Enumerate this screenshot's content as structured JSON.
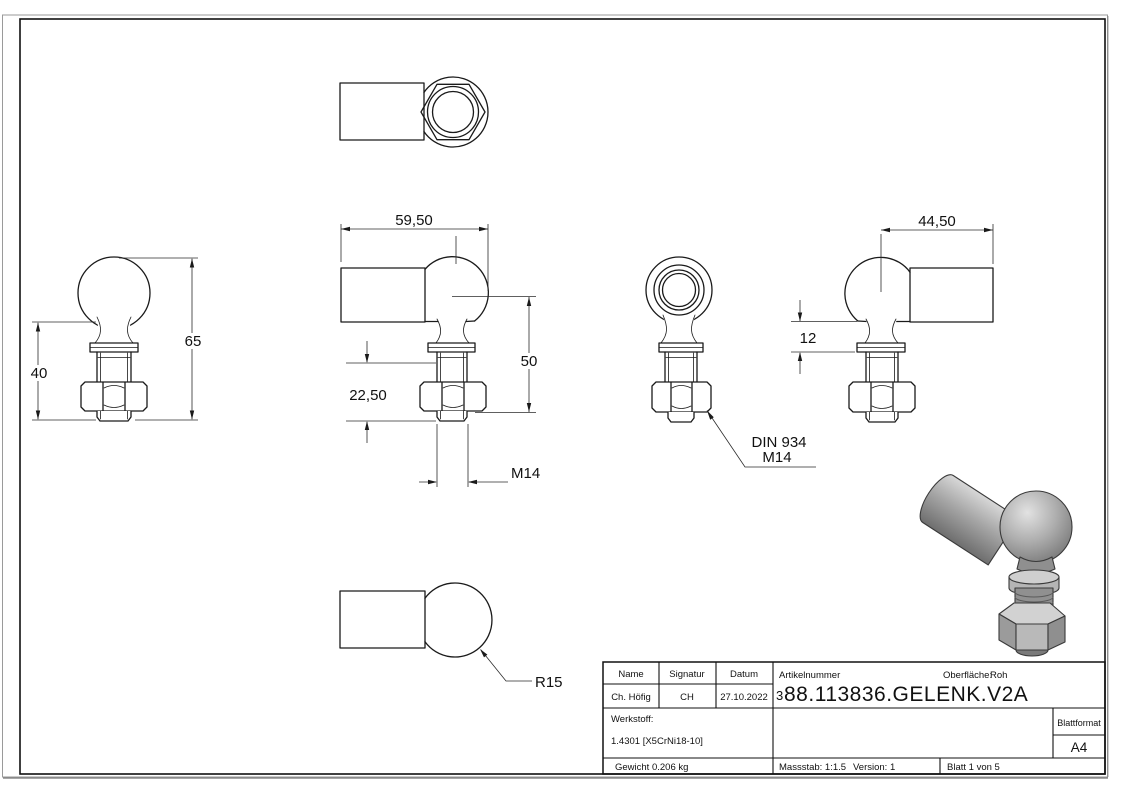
{
  "drawing": {
    "dims": {
      "front_total_height": "65",
      "front_lower_height": "40",
      "side_width": "59,50",
      "side_height": "50",
      "side_lower": "22,50",
      "side_thread": "M14",
      "right_width": "44,50",
      "right_offset": "12",
      "bottom_radius": "R15",
      "nut_leader_line1": "DIN 934",
      "nut_leader_line2": "M14"
    },
    "title_block": {
      "name_label": "Name",
      "signatur_label": "Signatur",
      "datum_label": "Datum",
      "name_value": "Ch. Höfig",
      "signatur_value": "CH",
      "datum_value": "27.10.2022",
      "artikelnummer_label": "Artikelnummer",
      "oberflaeche_label": "Oberfläche:",
      "oberflaeche_value": "Roh",
      "artikelnummer_prefix": "3",
      "artikelnummer_value": "88.113836.GELENK.V2A",
      "werkstoff_label": "Werkstoff:",
      "werkstoff_value": "1.4301 [X5CrNi18-10]",
      "gewicht": "Gewicht 0.206 kg",
      "massstab": "Massstab: 1:1.5",
      "version": "Version: 1",
      "blatt": "Blatt 1 von 5",
      "blattformat_label": "Blattformat",
      "blattformat_value": "A4"
    },
    "colors": {
      "line": "#1a1a1a",
      "render_gray": "#aeaeae"
    }
  }
}
